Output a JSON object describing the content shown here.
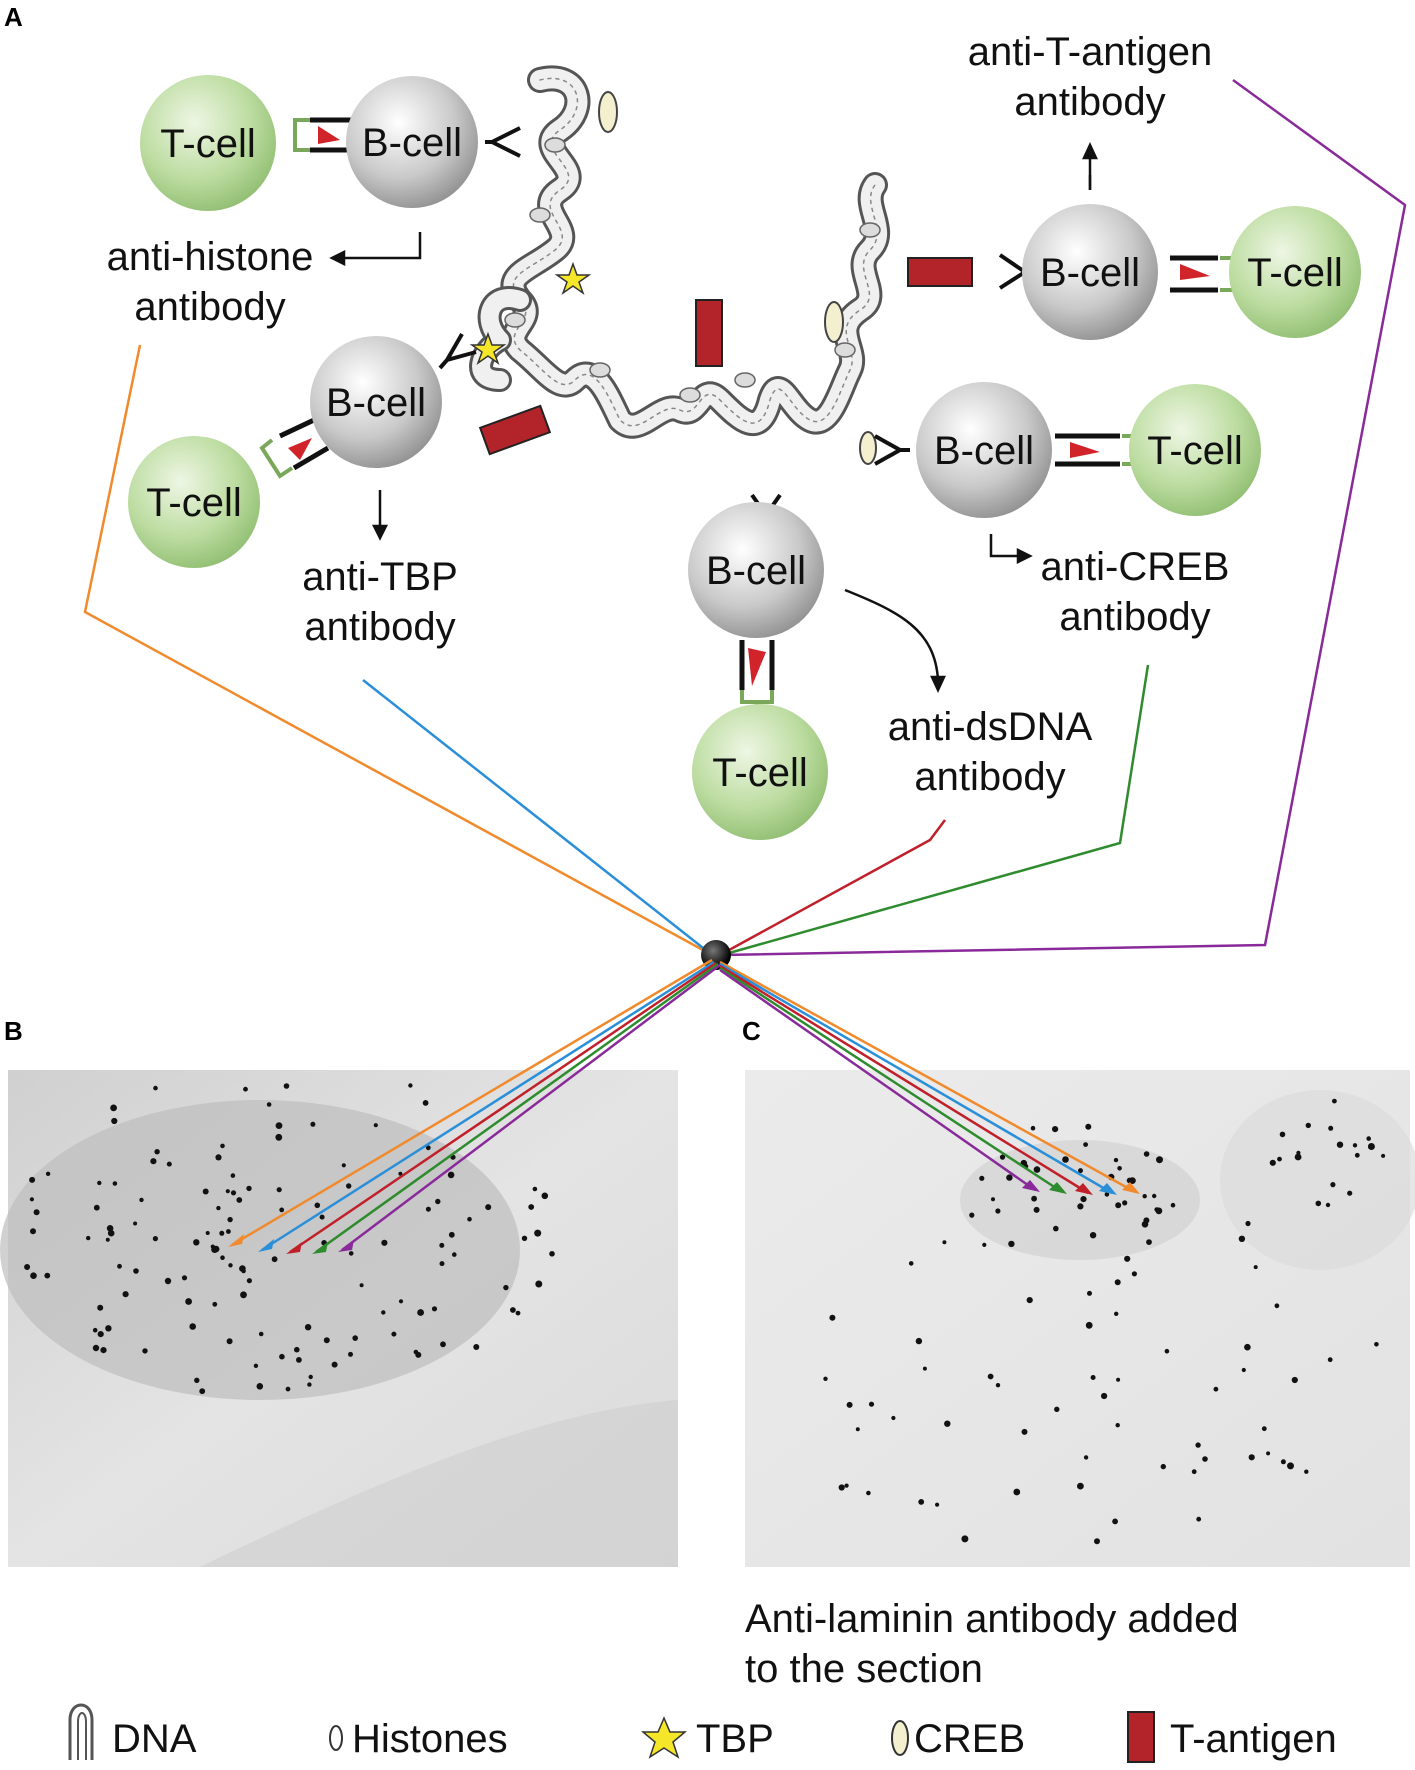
{
  "panels": {
    "a": "A",
    "b": "B",
    "c": "C"
  },
  "cells": {
    "t_cell": "T-cell",
    "b_cell": "B-cell"
  },
  "antibodies": {
    "histone": [
      "anti-histone",
      "antibody"
    ],
    "tbp": [
      "anti-TBP",
      "antibody"
    ],
    "dsdna": [
      "anti-dsDNA",
      "antibody"
    ],
    "creb": [
      "anti-CREB",
      "antibody"
    ],
    "tantigen": [
      "anti-T-antigen",
      "antibody"
    ]
  },
  "caption": [
    "Anti-laminin antibody added",
    "to the section"
  ],
  "legend": {
    "dna": "DNA",
    "histones": "Histones",
    "tbp": "TBP",
    "creb": "CREB",
    "tantigen": "T-antigen"
  },
  "colors": {
    "histone_line": "#f08a2c",
    "tbp_line": "#2a8fd8",
    "dsdna_line": "#c0202a",
    "creb_line": "#2e8b2e",
    "tantigen_line": "#8a2a9a",
    "cell_green": "#a9cf8c",
    "cell_gray": "#b9b9b9",
    "t_antigen_red": "#b3242a",
    "tbp_yellow": "#f5e62a",
    "creb_cream": "#f3efcf"
  }
}
